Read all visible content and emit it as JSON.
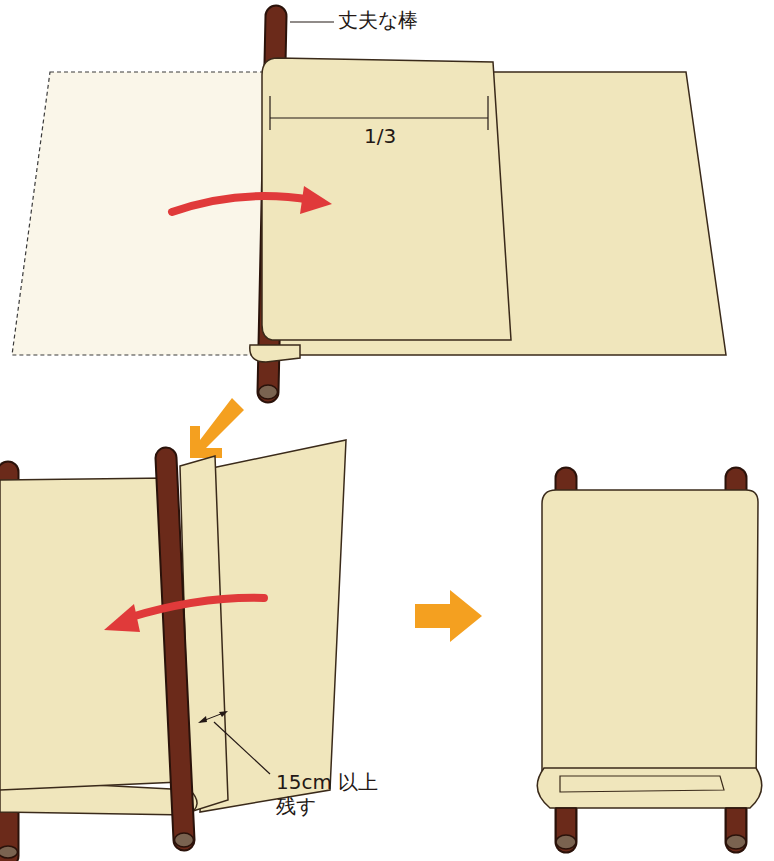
{
  "diagram": {
    "labels": [
      "丈夫な棒",
      "1/3",
      "15cm 以上 残す"
    ]
  }
}
